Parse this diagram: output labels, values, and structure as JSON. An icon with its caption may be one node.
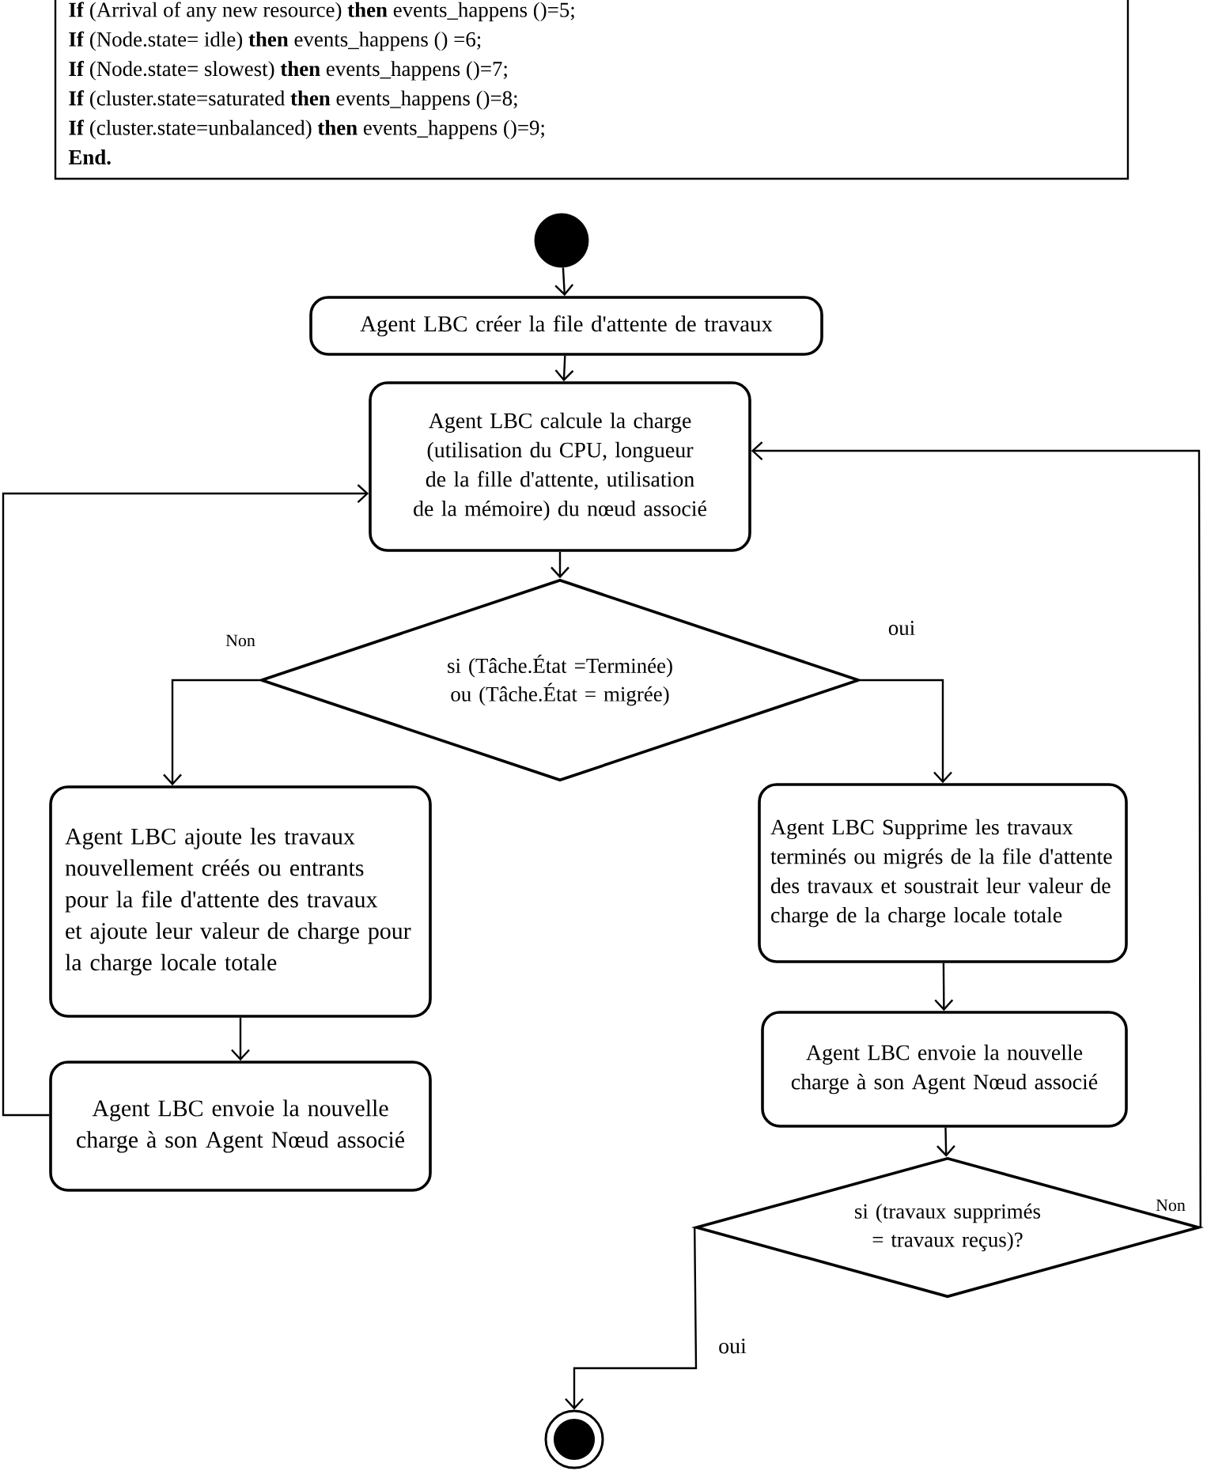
{
  "diagram": {
    "nodes": [
      {
        "text": [
          "**If** (Arrival of any new resource) **then** events_happens ()=5;",
          "**If** (Node.state= idle) **then**    events_happens () =6;",
          "**If** (Node.state= slowest) **then** events_happens ()=7;",
          "**If** (cluster.state=saturated **then** events_happens ()=8;",
          "**If** (cluster.state=unbalanced) **then** events_happens ()=9;",
          "End."
        ]
      },
      {
        "text": [],
        "shape": "circle"
      },
      {
        "text": [
          "Agent LBC créer la file d'attente de travaux"
        ]
      },
      {
        "text": [
          "Agent LBC calcule la charge (utilisation du CPU, longueur de la fille d'attente, utilisation de la mémoire) du nœud associé"
        ]
      },
      {
        "text": [
          "si (Tâche.État =Terminée) ou (Tâche.État = migrée)"
        ]
      },
      {
        "text": [
          "Agent LBC ajoute les travaux nouvellement créés ou entrants pour la file d'attente des travaux et ajoute leur valeur de charge pour la charge locale totale"
        ]
      },
      {
        "text": [
          "Agent LBC envoie la nouvelle charge à son Agent Nœud associé"
        ]
      },
      {
        "text": [
          "Agent LBC Supprime les travaux terminés ou migrés de la file d'attente des travaux et soustrait leur valeur de charge de la charge locale totale"
        ]
      },
      {
        "text": [
          "Agent LBC envoie la nouvelle charge à son Agent Nœud associé"
        ]
      },
      {
        "text": [
          "si (travaux supprimés = travaux reçus)?"
        ]
      },
      {
        "text": [],
        "shape": "circle"
      }
    ],
    "edges": [
      {
        "from": 1,
        "to": 2,
        "arrow": "to"
      },
      {
        "from": 2,
        "to": 3,
        "arrow": "to"
      },
      {
        "from": 3,
        "to": 4,
        "arrow": "to"
      },
      {
        "from": 4,
        "to": 5,
        "arrow": "to",
        "label": "Non"
      },
      {
        "from": 4,
        "to": 7,
        "arrow": "to",
        "label": "oui"
      },
      {
        "from": 5,
        "to": 6,
        "arrow": "to"
      },
      {
        "from": 6,
        "to": 3,
        "arrow": "to"
      },
      {
        "from": 7,
        "to": 8,
        "arrow": "to"
      },
      {
        "from": 8,
        "to": 9,
        "arrow": "to"
      },
      {
        "from": 9,
        "to": 3,
        "arrow": "to",
        "label": "Non"
      },
      {
        "from": 9,
        "to": 10,
        "arrow": "to",
        "label": "oui"
      }
    ]
  }
}
